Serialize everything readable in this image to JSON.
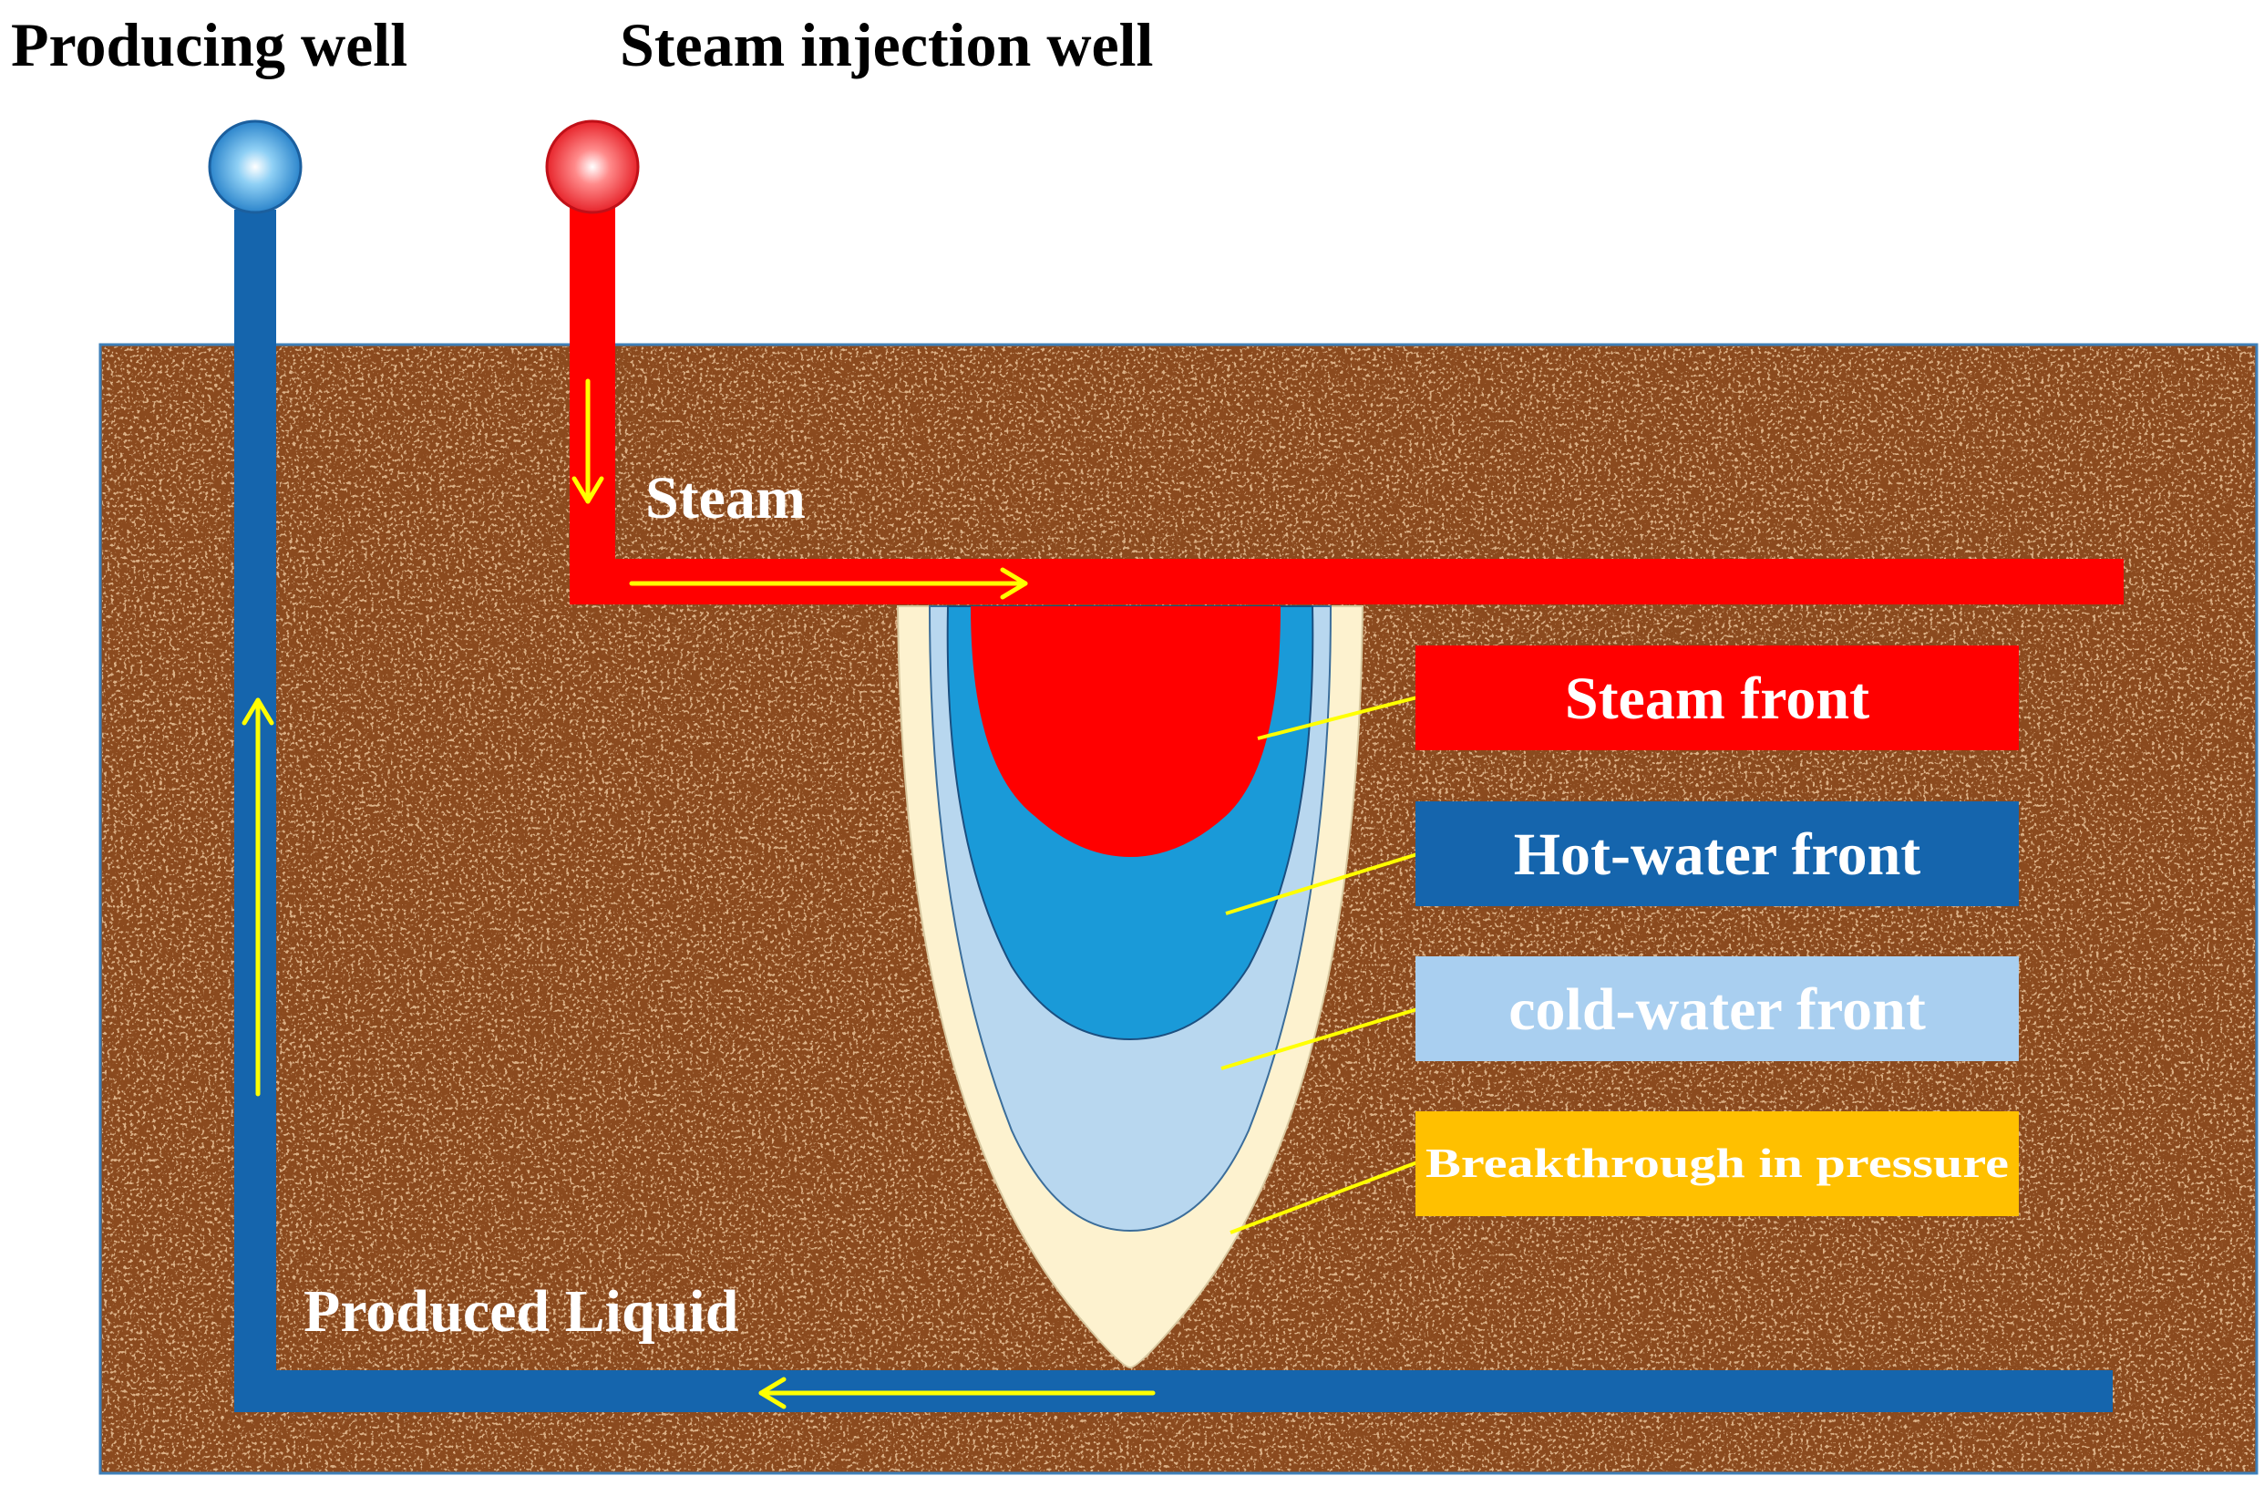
{
  "labels": {
    "producing_well": "Producing well",
    "steam_injection_well": "Steam injection well",
    "steam": "Steam",
    "produced_liquid": "Produced Liquid"
  },
  "legend": {
    "steam_front": "Steam front",
    "hot_water_front": "Hot-water front",
    "cold_water_front": "cold-water front",
    "breakthrough": "Breakthrough in pressure"
  },
  "colors": {
    "soil": "#8b4a1e",
    "producing_pipe": "#1565ad",
    "producing_ball": "#2e8fd8",
    "steam_pipe": "#ff0000",
    "steam_ball": "#ee1c25",
    "arrow": "#ffff00",
    "steam_zone": "#ff0000",
    "hot_water_zone": "#1a9ad8",
    "cold_water_zone": "#b8d7ef",
    "breakthrough_zone": "#fdf2cf",
    "steam_front_box": "#ff0000",
    "hot_water_box": "#1565ad",
    "cold_water_box": "#a9cff0",
    "breakthrough_box": "#ffc000"
  }
}
